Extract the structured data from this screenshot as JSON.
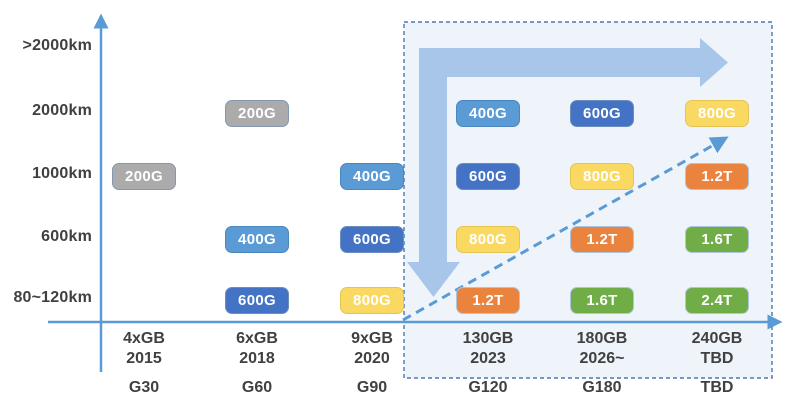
{
  "chart_data": {
    "type": "table",
    "title": "",
    "xlabel": "",
    "ylabel": "",
    "rows": [
      ">2000km",
      "2000km",
      "1000km",
      "600km",
      "80~120km"
    ],
    "columns": [
      {
        "capacity": "4xGB",
        "year": "2015",
        "generation": "G30",
        "highlighted": false
      },
      {
        "capacity": "6xGB",
        "year": "2018",
        "generation": "G60",
        "highlighted": false
      },
      {
        "capacity": "9xGB",
        "year": "2020",
        "generation": "G90",
        "highlighted": false
      },
      {
        "capacity": "130GB",
        "year": "2023",
        "generation": "G120",
        "highlighted": true
      },
      {
        "capacity": "180GB",
        "year": "2026~",
        "generation": "G180",
        "highlighted": true
      },
      {
        "capacity": "240GB",
        "year": "TBD",
        "generation": "TBD",
        "highlighted": true
      }
    ],
    "cells": [
      {
        "col": 0,
        "row": 2,
        "value": "200G",
        "color": "gray"
      },
      {
        "col": 1,
        "row": 1,
        "value": "200G",
        "color": "gray"
      },
      {
        "col": 1,
        "row": 3,
        "value": "400G",
        "color": "light-blue"
      },
      {
        "col": 1,
        "row": 4,
        "value": "600G",
        "color": "dark-blue"
      },
      {
        "col": 2,
        "row": 2,
        "value": "400G",
        "color": "light-blue"
      },
      {
        "col": 2,
        "row": 3,
        "value": "600G",
        "color": "dark-blue"
      },
      {
        "col": 2,
        "row": 4,
        "value": "800G",
        "color": "yellow"
      },
      {
        "col": 3,
        "row": 1,
        "value": "400G",
        "color": "light-blue"
      },
      {
        "col": 3,
        "row": 2,
        "value": "600G",
        "color": "dark-blue"
      },
      {
        "col": 3,
        "row": 3,
        "value": "800G",
        "color": "yellow"
      },
      {
        "col": 3,
        "row": 4,
        "value": "1.2T",
        "color": "orange"
      },
      {
        "col": 4,
        "row": 1,
        "value": "600G",
        "color": "dark-blue"
      },
      {
        "col": 4,
        "row": 2,
        "value": "800G",
        "color": "yellow"
      },
      {
        "col": 4,
        "row": 3,
        "value": "1.2T",
        "color": "orange"
      },
      {
        "col": 4,
        "row": 4,
        "value": "1.6T",
        "color": "green"
      },
      {
        "col": 5,
        "row": 1,
        "value": "800G",
        "color": "yellow"
      },
      {
        "col": 5,
        "row": 2,
        "value": "1.2T",
        "color": "orange"
      },
      {
        "col": 5,
        "row": 3,
        "value": "1.6T",
        "color": "green"
      },
      {
        "col": 5,
        "row": 4,
        "value": "2.4T",
        "color": "green"
      }
    ],
    "colors": {
      "gray": "#ABABAB",
      "light-blue": "#5B9BD5",
      "dark-blue": "#4472C4",
      "yellow": "#FAD963",
      "orange": "#E9833D",
      "green": "#70AD47",
      "axis": "#5B9BD5",
      "flow-arrow": "#A7C6E9",
      "trend-arrow": "#5B9BD5",
      "highlight-box-border": "#4B77AE",
      "highlight-box-fill": "#EFF4FB",
      "label-text": "#404040"
    },
    "layout": {
      "legend": "none",
      "grid": "off",
      "highlight_box_columns": [
        "G120",
        "G180",
        "TBD"
      ]
    }
  }
}
